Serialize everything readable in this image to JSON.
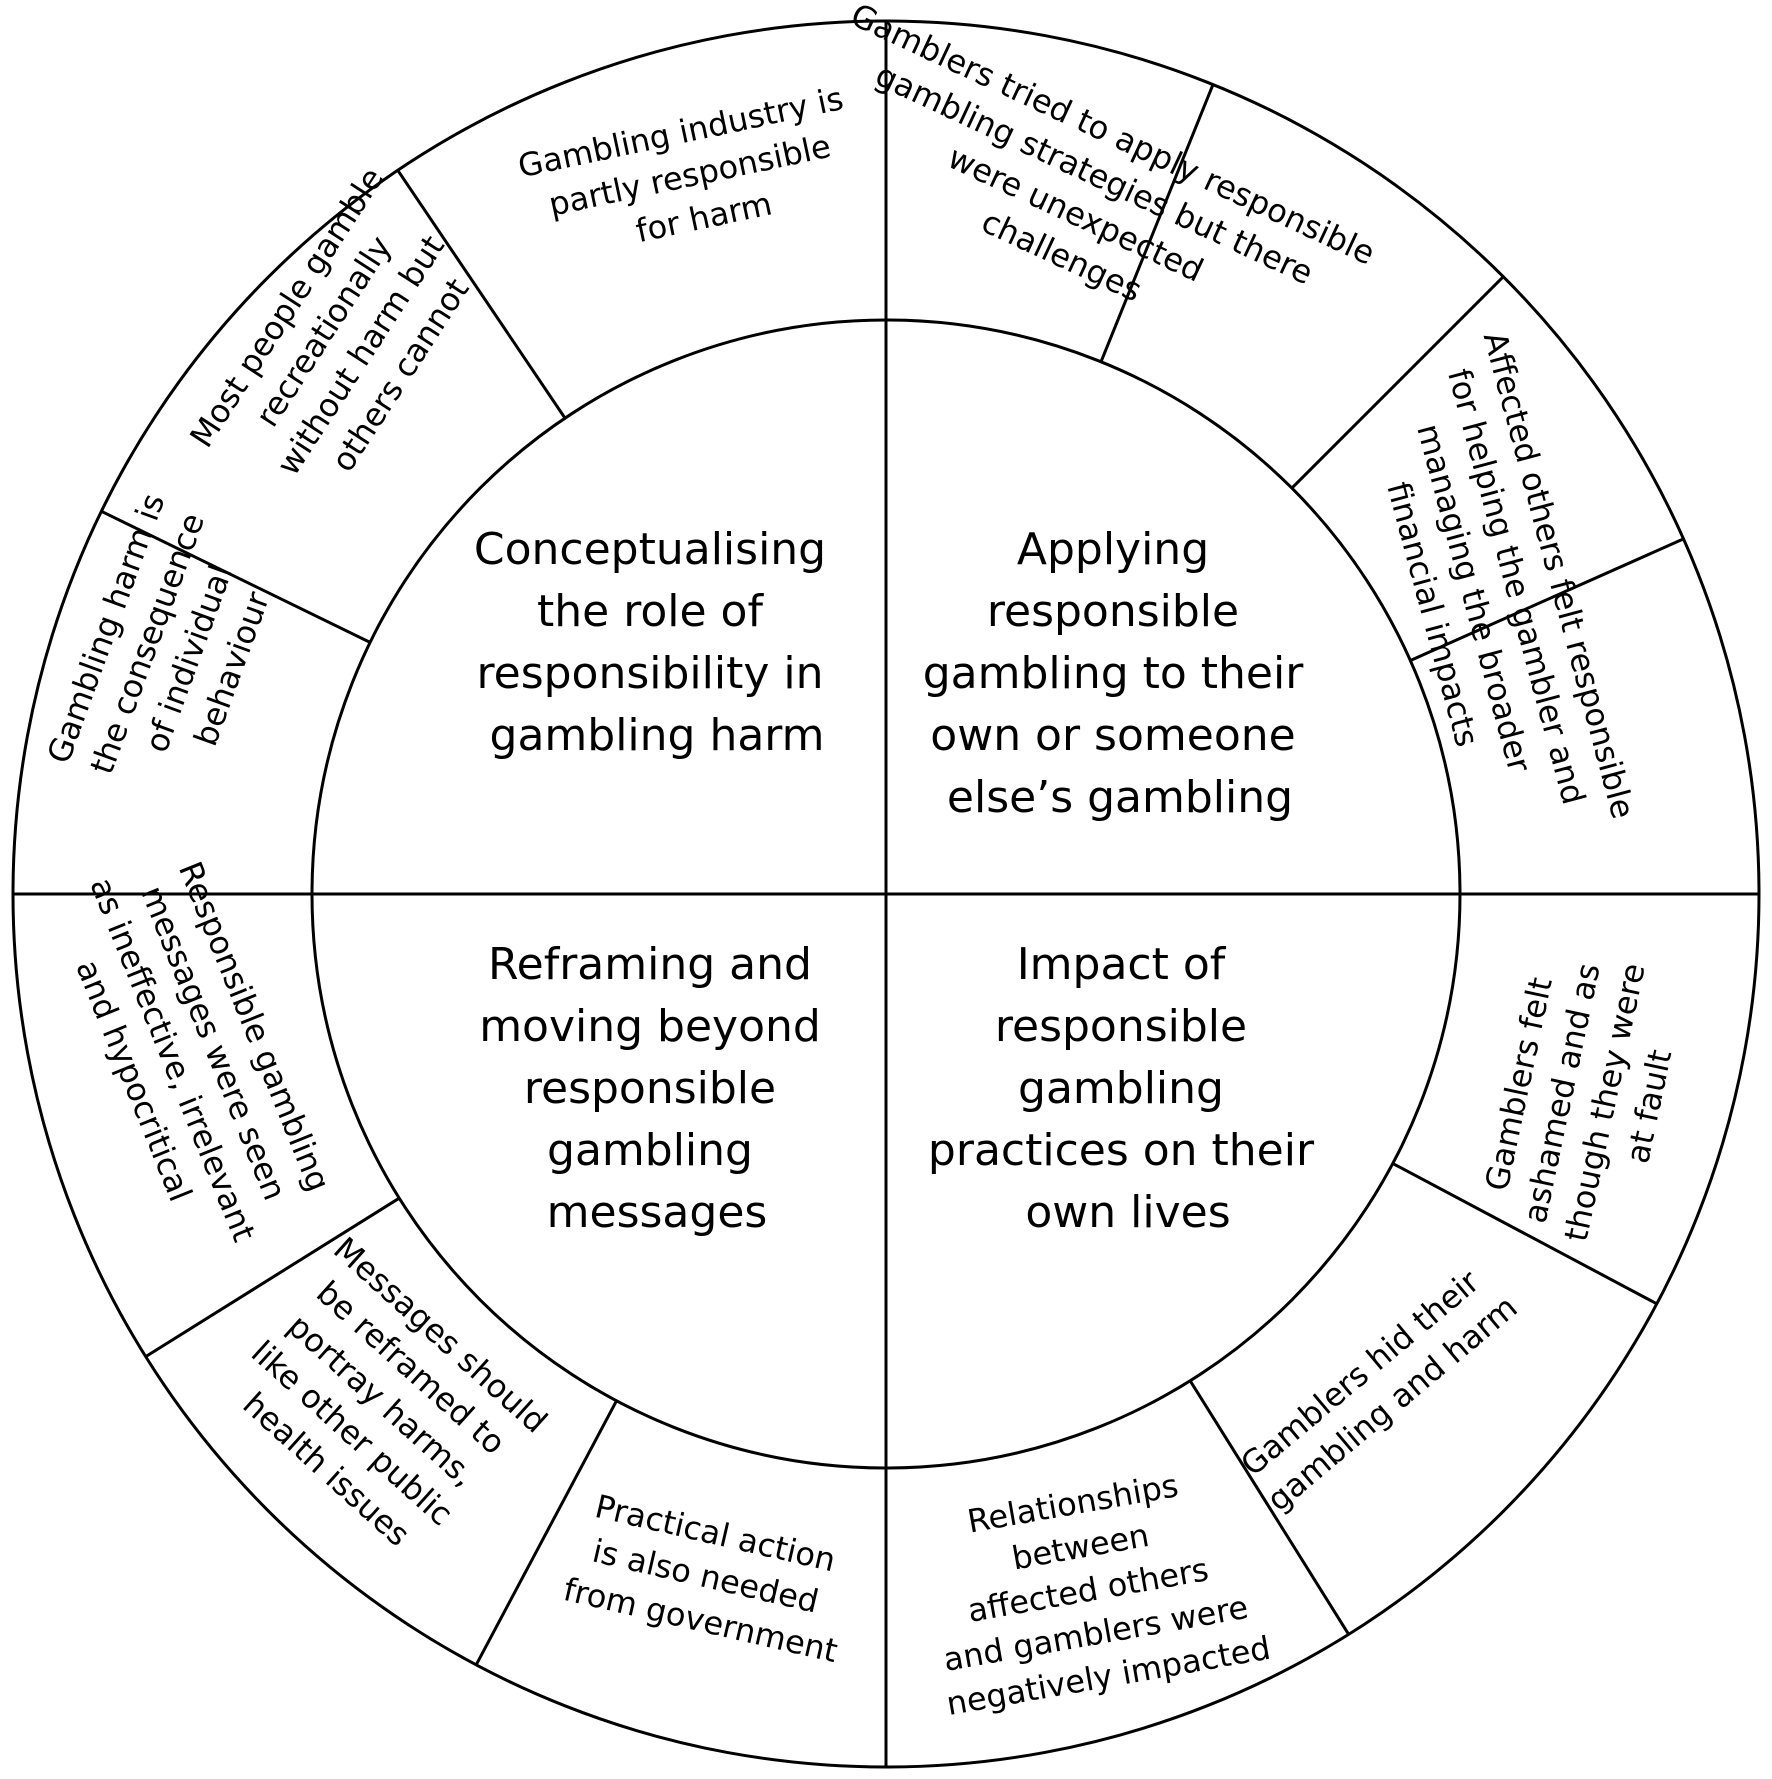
{
  "themes": [
    {
      "id": "top-left",
      "lines": [
        "Conceptualising",
        "the role of",
        "responsibility in",
        "gambling harm"
      ]
    },
    {
      "id": "top-right",
      "lines": [
        "Applying",
        "responsible",
        "gambling to their",
        "own or someone",
        "else’s gambling"
      ]
    },
    {
      "id": "bottom-left",
      "lines": [
        "Reframing and",
        "moving beyond",
        "responsible",
        "gambling",
        "messages"
      ]
    },
    {
      "id": "bottom-right",
      "lines": [
        "Impact of",
        "responsible",
        "gambling",
        "practices on their",
        "own lives"
      ]
    }
  ],
  "subthemes": [
    {
      "lines": [
        "Gambling harm is",
        "the consequence",
        "of individual",
        "behaviour"
      ]
    },
    {
      "lines": [
        "Most people gamble",
        "recreationally",
        "without harm but",
        "others cannot"
      ]
    },
    {
      "lines": [
        "Gambling industry is",
        "partly responsible",
        "for harm"
      ]
    },
    {
      "lines": [
        "Gamblers tried to apply responsible",
        "gambling strategies but there",
        "were unexpected",
        "challenges"
      ]
    },
    {
      "lines": [
        "Affected others felt responsible",
        "for helping the gambler and",
        "managing the broader",
        "financial impacts"
      ]
    },
    {
      "lines": [
        "Gamblers felt",
        "ashamed and as",
        "though they were",
        "at fault"
      ]
    },
    {
      "lines": [
        "Gamblers hid their",
        "gambling and harm"
      ]
    },
    {
      "lines": [
        "Relationships",
        "between",
        "affected others",
        "and gamblers were",
        "negatively impacted"
      ]
    },
    {
      "lines": [
        "Practical action",
        "is also needed",
        "from government"
      ]
    },
    {
      "lines": [
        "Messages should",
        "be reframed to",
        "portray harms,",
        "like other public",
        "health issues"
      ]
    },
    {
      "lines": [
        "Responsible gambling",
        "messages were seen",
        "as ineffective, irrelevant",
        "and hypocritical"
      ]
    }
  ]
}
